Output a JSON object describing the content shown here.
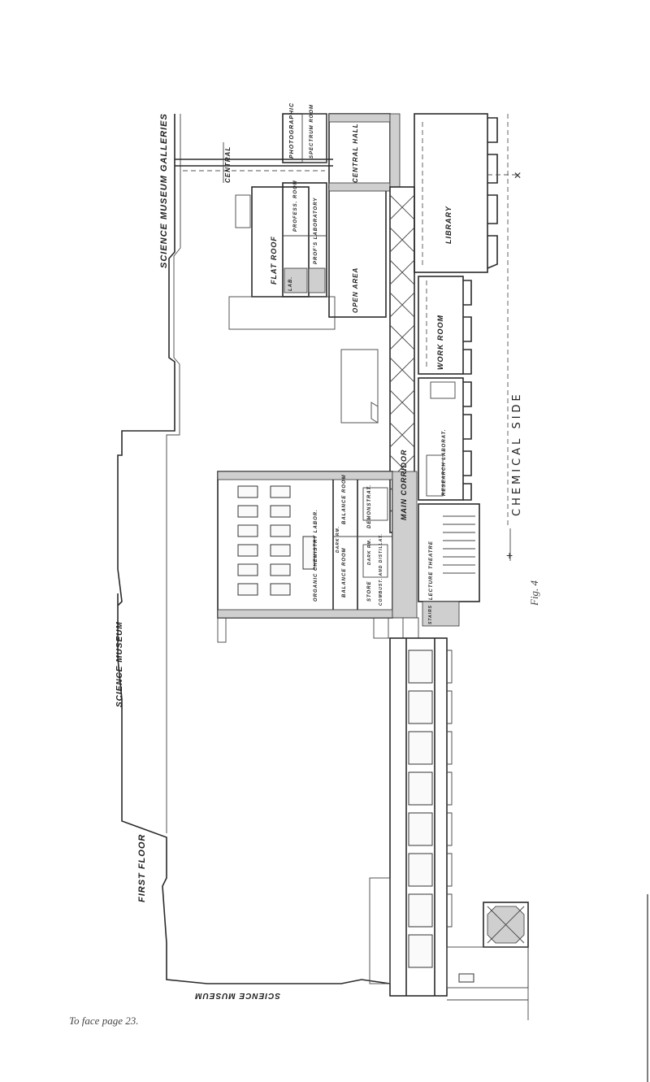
{
  "labels": {
    "science_museum_galleries": "SCIENCE MUSEUM GALLERIES",
    "science_museum": "SCIENCE MUSEUM",
    "first_floor": "FIRST FLOOR",
    "flat_roof": "FLAT ROOF",
    "photographic_room": "PHOTOGRAPHIC",
    "spectrum_room": "SPECTRUM ROOM",
    "professors_room": "PROFESS. ROOM",
    "professors_laboratory": "PROF'S LABORATORY",
    "central_hall": "CENTRAL HALL",
    "central": "CENTRAL",
    "library": "LIBRARY",
    "open_area": "OPEN AREA",
    "work_room": "WORK ROOM",
    "main_corridor": "MAIN CORRIDOR",
    "research_laboratory": "RESEARCH LABORAT.",
    "balance_room_upper": "BALANCE ROOM",
    "balance_room_lower": "BALANCE ROOM",
    "demonstrator": "DEMONSTRAT.",
    "organic_chemistry_laboratory": "ORGANIC CHEMISTRY LABOR.",
    "dark_room_1": "DARK RM.",
    "dark_room_2": "DARK RM.",
    "store": "STORE",
    "combustion_distillation": "COMBUST. AND DISTILLAT.",
    "lecture_theatre": "LECTURE THEATRE",
    "stairs": "STAIRS",
    "lab": "LAB.",
    "chemical_side": "CHEMICAL SIDE",
    "museum_science_mirrored": "SCIENCE MUSEUM",
    "fig": "Fig. 4",
    "to_face_page": "To face page 23."
  }
}
